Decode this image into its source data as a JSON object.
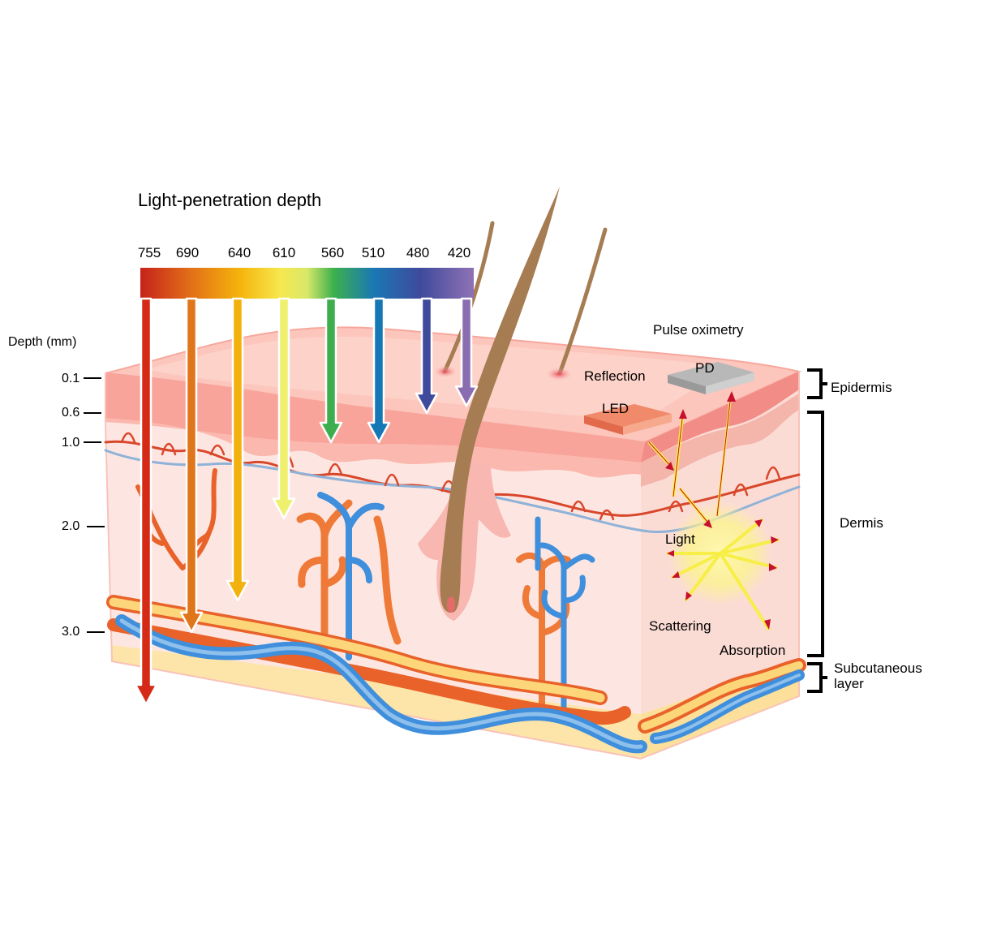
{
  "title": "Light-penetration depth",
  "wavelengths": [
    {
      "label": "755",
      "color": "#d42a16",
      "depth_mm": 3.3
    },
    {
      "label": "690",
      "color": "#e0761b",
      "depth_mm": 3.0
    },
    {
      "label": "640",
      "color": "#f3b10d",
      "depth_mm": 2.7
    },
    {
      "label": "610",
      "color": "#eef06e",
      "depth_mm": 1.9
    },
    {
      "label": "560",
      "color": "#3dae4d",
      "depth_mm": 1.0
    },
    {
      "label": "510",
      "color": "#1577b3",
      "depth_mm": 1.0
    },
    {
      "label": "480",
      "color": "#3f4a9c",
      "depth_mm": 0.6
    },
    {
      "label": "420",
      "color": "#8a6db1",
      "depth_mm": 0.5
    }
  ],
  "depth_axis": {
    "title": "Depth (mm)",
    "ticks": [
      "0.1",
      "0.6",
      "1.0",
      "2.0",
      "3.0"
    ]
  },
  "annotations": {
    "pulse_oximetry": "Pulse oximetry",
    "pd": "PD",
    "led": "LED",
    "reflection": "Reflection",
    "light": "Light",
    "scattering": "Scattering",
    "absorption": "Absorption"
  },
  "layers": {
    "epidermis": "Epidermis",
    "dermis": "Dermis",
    "subcutaneous_line1": "Subcutaneous",
    "subcutaneous_line2": "layer"
  },
  "colors": {
    "skin_surface": "#f8a7a0",
    "dermis": "#fde4df",
    "fat": "#fde4a8",
    "artery": "#e8622a",
    "vein": "#3f8fdc",
    "hair": "#a67c52"
  }
}
